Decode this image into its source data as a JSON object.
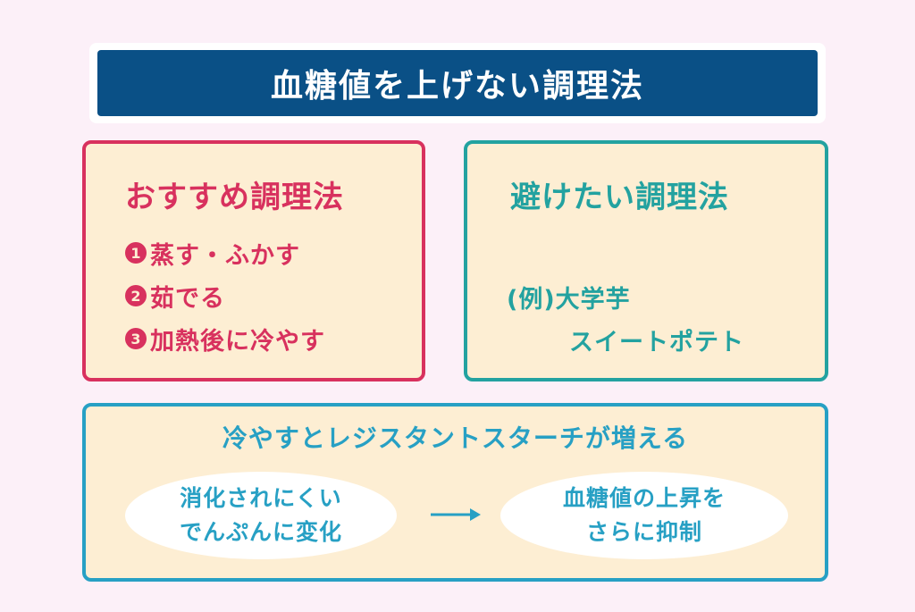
{
  "title": "血糖値を上げない調理法",
  "recommended": {
    "heading": "おすすめ調理法",
    "items": [
      {
        "number": "1",
        "label": "蒸す・ふかす"
      },
      {
        "number": "2",
        "label": "茹でる"
      },
      {
        "number": "3",
        "label": "加熱後に冷やす"
      }
    ]
  },
  "avoid": {
    "heading": "避けたい調理法",
    "example_line1": "(例)大学芋",
    "example_line2": "スイートポテト"
  },
  "resistant": {
    "heading": "冷やすとレジスタントスターチが増える",
    "left_line1": "消化されにくい",
    "left_line2": "でんぷんに変化",
    "right_line1": "血糖値の上昇を",
    "right_line2": "さらに抑制"
  },
  "colors": {
    "background": "#fcf0f8",
    "title_bar": "#0a5086",
    "recommended_accent": "#d8315e",
    "avoid_accent": "#23a2a0",
    "resistant_accent": "#27a0c4",
    "panel_fill": "#fdeed3"
  }
}
